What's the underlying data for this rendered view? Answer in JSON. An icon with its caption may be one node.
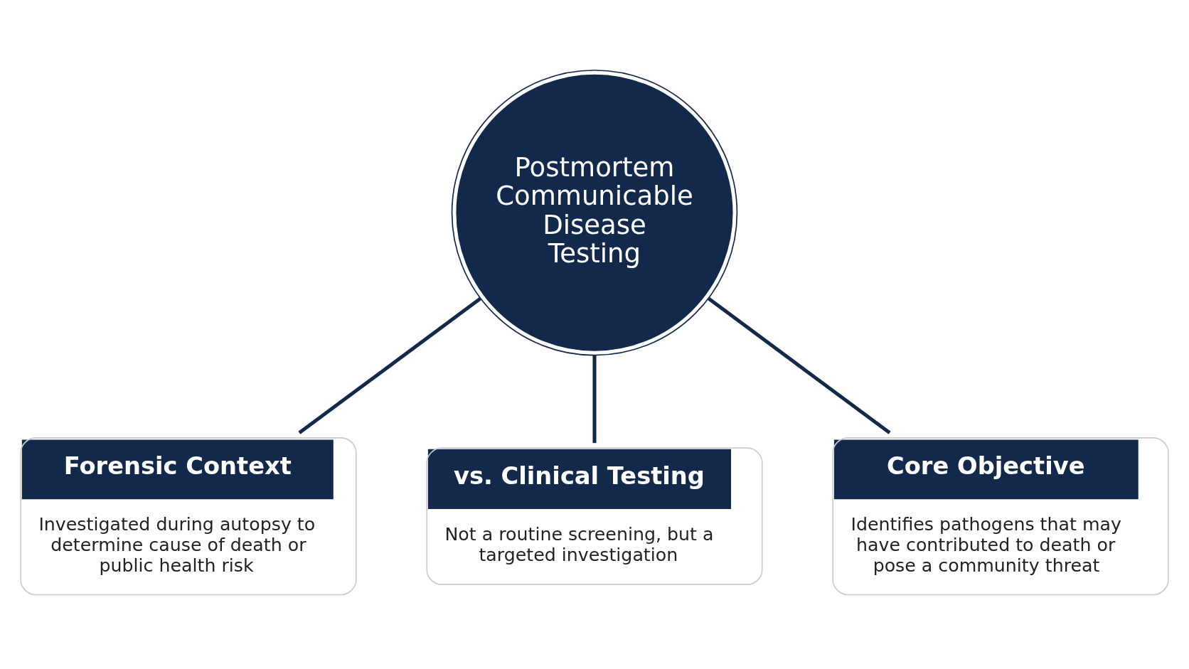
{
  "diagram": {
    "nodes": [
      {
        "text": [
          "Postmortem Communicable Disease Testing"
        ]
      },
      {
        "text": [
          "Forensic Context",
          "Investigated during autopsy to determine cause of death or public health risk"
        ]
      },
      {
        "text": [
          "vs. Clinical Testing",
          "Not a routine screening, but a targeted investigation"
        ]
      },
      {
        "text": [
          "Core Objective",
          "Identifies pathogens that may have contributed to death or pose a community threat"
        ]
      }
    ],
    "edges": [
      {
        "from": 0,
        "to": 1,
        "arrow": "none"
      },
      {
        "from": 0,
        "to": 2,
        "arrow": "none"
      },
      {
        "from": 0,
        "to": 3,
        "arrow": "none"
      }
    ]
  }
}
